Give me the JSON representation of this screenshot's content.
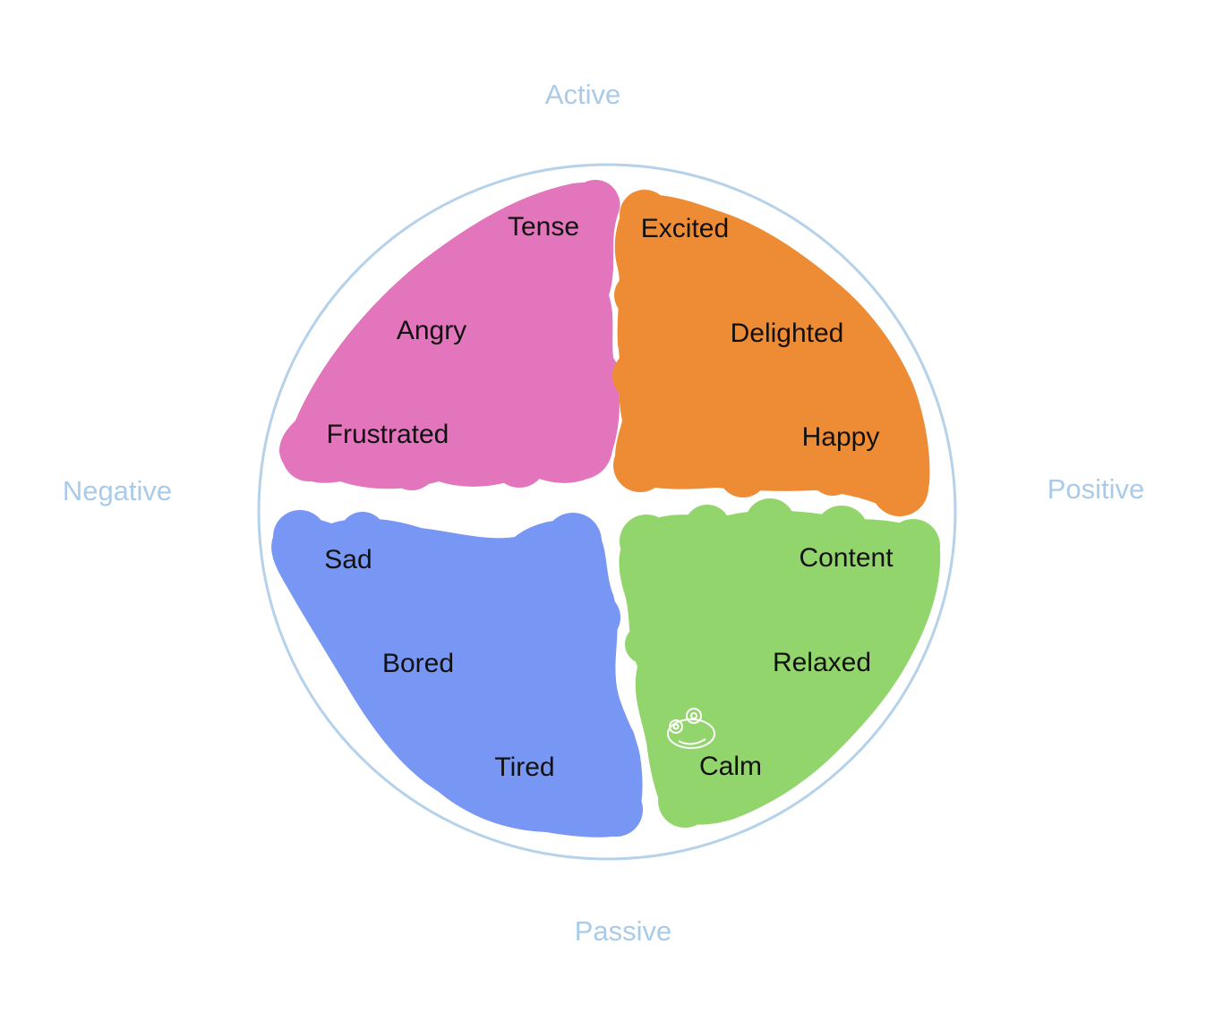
{
  "axes": {
    "top": "Active",
    "bottom": "Passive",
    "left": "Negative",
    "right": "Positive"
  },
  "quadrants": {
    "active_negative": {
      "color": "#e275bb",
      "emotions": [
        "Tense",
        "Angry",
        "Frustrated"
      ]
    },
    "active_positive": {
      "color": "#ee8c35",
      "emotions": [
        "Excited",
        "Delighted",
        "Happy"
      ]
    },
    "passive_negative": {
      "color": "#7896f3",
      "emotions": [
        "Sad",
        "Bored",
        "Tired"
      ]
    },
    "passive_positive": {
      "color": "#93d56d",
      "emotions": [
        "Content",
        "Relaxed",
        "Calm"
      ]
    }
  },
  "circle_color": "#b5d2ea",
  "axis_label_color": "#a9cbe9",
  "icons": [
    "frog-doodle-icon"
  ]
}
